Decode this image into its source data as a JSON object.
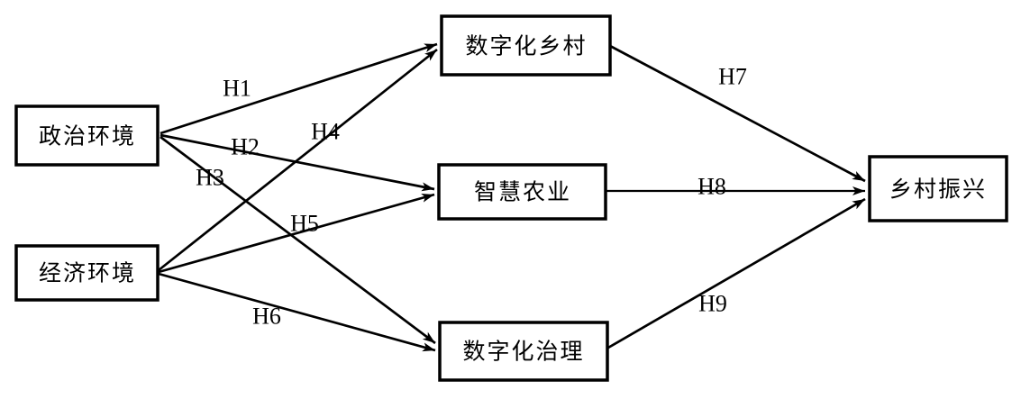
{
  "diagram": {
    "type": "path-model",
    "background": "#ffffff",
    "stroke_color": "#000000",
    "nodes": [
      {
        "id": "political-environment",
        "label": "政治环境"
      },
      {
        "id": "economic-environment",
        "label": "经济环境"
      },
      {
        "id": "digital-village",
        "label": "数字化乡村"
      },
      {
        "id": "smart-agriculture",
        "label": "智慧农业"
      },
      {
        "id": "digital-governance",
        "label": "数字化治理"
      },
      {
        "id": "rural-revitalization",
        "label": "乡村振兴"
      }
    ],
    "edges": [
      {
        "label": "H1",
        "from": "政治环境",
        "to": "数字化乡村"
      },
      {
        "label": "H2",
        "from": "政治环境",
        "to": "智慧农业"
      },
      {
        "label": "H3",
        "from": "政治环境",
        "to": "数字化治理"
      },
      {
        "label": "H4",
        "from": "经济环境",
        "to": "数字化乡村"
      },
      {
        "label": "H5",
        "from": "经济环境",
        "to": "智慧农业"
      },
      {
        "label": "H6",
        "from": "经济环境",
        "to": "数字化治理"
      },
      {
        "label": "H7",
        "from": "数字化乡村",
        "to": "乡村振兴"
      },
      {
        "label": "H8",
        "from": "智慧农业",
        "to": "乡村振兴"
      },
      {
        "label": "H9",
        "from": "数字化治理",
        "to": "乡村振兴"
      }
    ]
  }
}
